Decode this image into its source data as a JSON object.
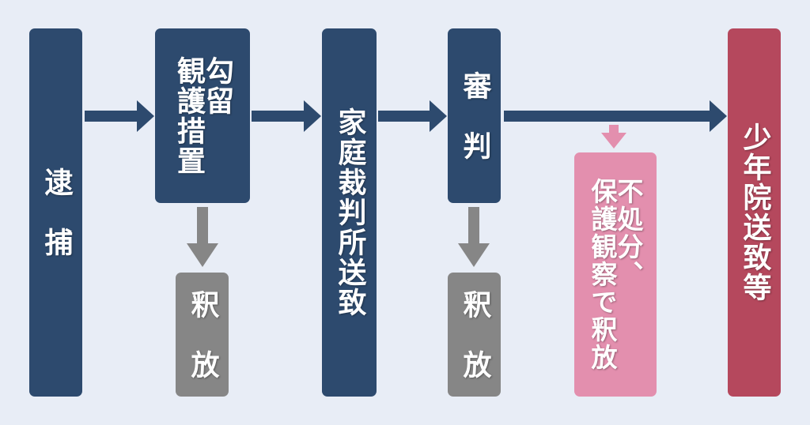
{
  "diagram": {
    "arrest": "逮　捕",
    "detention": "勾留\n観護措置",
    "release_1": "釈　放",
    "family_court": "家庭裁判所送致",
    "hearing": "審　判",
    "release_2": "釈　放",
    "probation": "不処分、\n保護観察で釈放",
    "juvenile_training_school": "少年院送致等"
  },
  "colors": {
    "background": "#e8edf6",
    "primary": "#2d4a6e",
    "released": "#868686",
    "probation": "#e38fae",
    "final": "#b5485d"
  }
}
